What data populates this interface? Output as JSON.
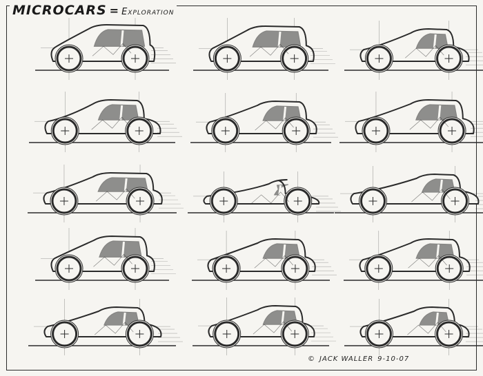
{
  "title": {
    "main": "MICROCARS",
    "separator": "=",
    "sub": "Exploration"
  },
  "signature": {
    "copyright": "©",
    "artist": "JACK WALLER",
    "date": "9-10-07"
  },
  "sketch": {
    "rows": 5,
    "cols": 3,
    "ink_color": "#2a2a2a",
    "glass_color": "#3a3a3a",
    "paper_color": "#f6f5f1"
  }
}
